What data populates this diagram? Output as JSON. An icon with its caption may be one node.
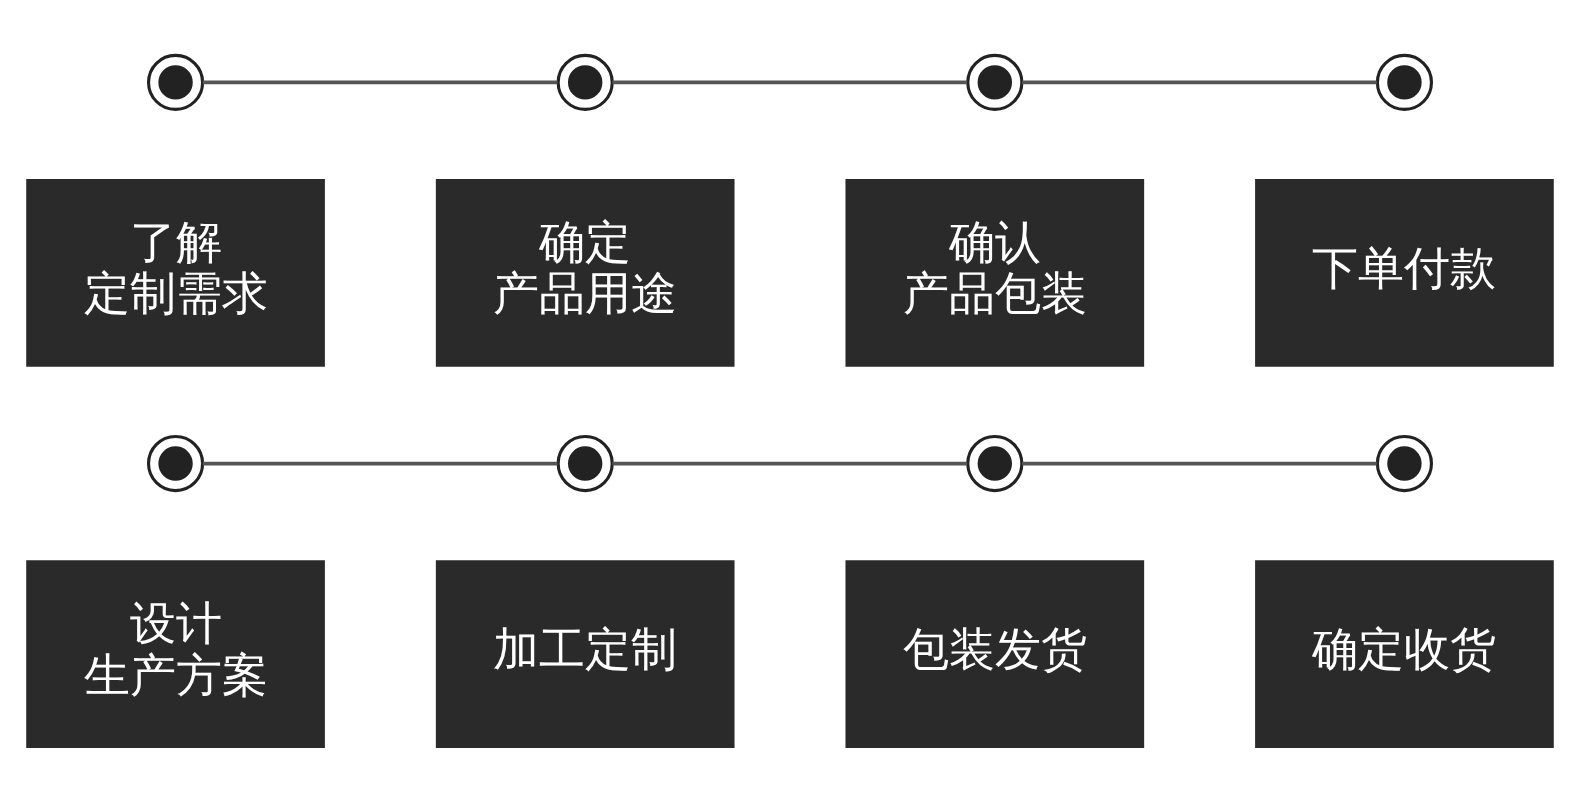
{
  "diagram": {
    "nodes": [
      {
        "text": [],
        "shape": "circle"
      },
      {
        "text": [],
        "shape": "circle"
      },
      {
        "text": [],
        "shape": "circle"
      },
      {
        "text": [],
        "shape": "circle"
      },
      {
        "text": [
          "了解定制需求"
        ]
      },
      {
        "text": [
          "确定产品用途"
        ]
      },
      {
        "text": [
          "确认产品包装"
        ]
      },
      {
        "text": [
          "下单付款"
        ]
      },
      {
        "text": [],
        "shape": "circle"
      },
      {
        "text": [],
        "shape": "circle"
      },
      {
        "text": [],
        "shape": "circle"
      },
      {
        "text": [],
        "shape": "circle"
      },
      {
        "text": [
          "设计生产方案"
        ]
      },
      {
        "text": [
          "加工定制"
        ]
      },
      {
        "text": [
          "包装发货"
        ]
      },
      {
        "text": [
          "确定收货"
        ]
      }
    ],
    "edges": [
      {
        "from": 0,
        "to": 1,
        "arrow": "none"
      },
      {
        "from": 1,
        "to": 2,
        "arrow": "none"
      },
      {
        "from": 2,
        "to": 3,
        "arrow": "none"
      },
      {
        "from": 8,
        "to": 9,
        "arrow": "none"
      },
      {
        "from": 9,
        "to": 10,
        "arrow": "none"
      },
      {
        "from": 10,
        "to": 11,
        "arrow": "none"
      }
    ]
  }
}
